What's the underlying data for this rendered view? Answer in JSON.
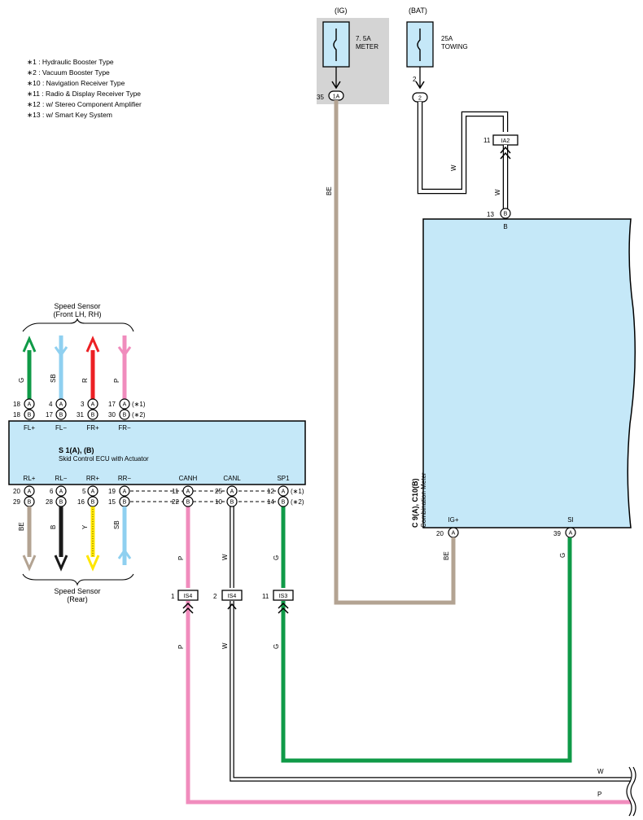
{
  "colors": {
    "BE": "#b3a392",
    "G": "#0f9a47",
    "SB": "#8fd0f0",
    "R": "#ec2024",
    "P": "#f08cbd",
    "B": "#1a1a1a",
    "Y": "#ffe600",
    "W": "#ffffff",
    "component_fill": "#c5e8f8",
    "ig_shade": "#d4d4d4"
  },
  "legend": [
    "∗1 : Hydraulic Booster Type",
    "∗2 : Vacuum Booster Type",
    "∗10 : Navigation Receiver Type",
    "∗11 : Radio & Display Receiver Type",
    "∗12 : w/ Stereo Component Amplifier",
    "∗13 : w/ Smart Key System"
  ],
  "fuses": {
    "ig": {
      "source": "(IG)",
      "rating": "7. 5A",
      "name": "METER",
      "pin": "35",
      "connector": "1A"
    },
    "bat": {
      "source": "(BAT)",
      "rating": "25A",
      "name": "TOWING",
      "pin": "2",
      "connector": "2"
    }
  },
  "ia2": {
    "pin": "11",
    "label": "IA2"
  },
  "meter": {
    "code": "C 9(A), C10(B)",
    "name": "Combination Meter",
    "top_pin": "13",
    "top_conn": "B",
    "top_term": "B",
    "ig_pin": "20",
    "ig_conn": "A",
    "ig_term": "IG+",
    "si_pin": "39",
    "si_conn": "A",
    "si_term": "SI"
  },
  "ecu": {
    "code": "S 1(A), (B)",
    "name": "Skid Control ECU with Actuator",
    "top_terms": [
      "FL+",
      "FL−",
      "FR+",
      "FR−"
    ],
    "top_pins_a": [
      "18",
      "4",
      "3",
      "17"
    ],
    "top_pins_b": [
      "18",
      "17",
      "31",
      "30"
    ],
    "top_note_a": "(∗1)",
    "top_note_b": "(∗2)",
    "bottom_terms": [
      "RL+",
      "RL−",
      "RR+",
      "RR−",
      "CANH",
      "CANL",
      "SP1"
    ],
    "bottom_pins_a": [
      "20",
      "6",
      "5",
      "19",
      "11",
      "25",
      "12"
    ],
    "bottom_pins_b": [
      "29",
      "28",
      "16",
      "15",
      "22",
      "10",
      "14"
    ],
    "bottom_note_a": "(∗1)",
    "bottom_note_b": "(∗2)"
  },
  "conn_letters": {
    "a": "A",
    "b": "B"
  },
  "speed_front": {
    "title": "Speed Sensor",
    "sub": "(Front LH,  RH)"
  },
  "speed_rear": {
    "title": "Speed Sensor",
    "sub": "(Rear)"
  },
  "wire_labels": {
    "be": "BE",
    "w": "W",
    "g": "G",
    "sb": "SB",
    "r": "R",
    "p": "P",
    "b": "B",
    "y": "Y"
  },
  "splices": [
    {
      "pin": "1",
      "label": "IS4"
    },
    {
      "pin": "2",
      "label": "IS4"
    },
    {
      "pin": "11",
      "label": "IS3"
    }
  ]
}
